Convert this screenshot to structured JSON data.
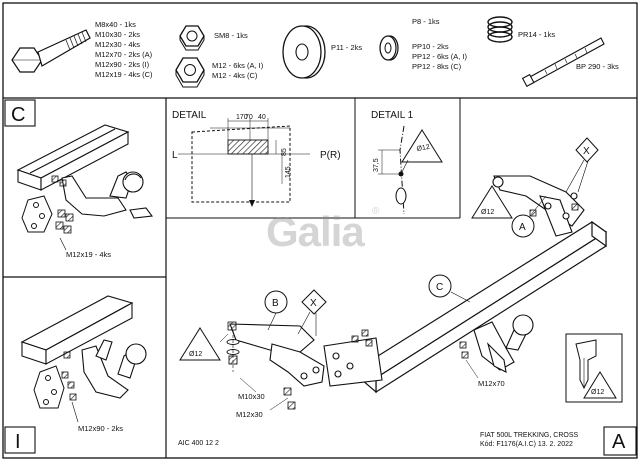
{
  "parts_list": {
    "bolts": [
      "M8x40 - 1ks",
      "M10x30 - 2ks",
      "M12x30 - 4ks",
      "M12x70 - 2ks (A)",
      "M12x90 - 2ks (I)",
      "M12x19 - 4ks (C)"
    ],
    "self_lock_nut": "SM8 - 1ks",
    "nuts": [
      "M12 - 6ks (A, I)",
      "M12 - 4ks (C)"
    ],
    "washer_large": "P11 - 2ks",
    "washers_small": [
      "P8 - 1ks",
      "PP10 - 2ks",
      "PP12 - 6ks (A, I)",
      "PP12 - 8ks (C)"
    ],
    "spring_washer": "PR14 - 1ks",
    "cable_tie": "BP 290 - 3ks"
  },
  "panels": {
    "c_letter": "C",
    "i_letter": "I",
    "a_letter": "A"
  },
  "panel_c": {
    "bolt_label": "M12x19 - 4ks"
  },
  "panel_i": {
    "bolt_label": "M12x90 - 2ks"
  },
  "detail": {
    "title": "DETAIL",
    "dims": [
      "170",
      "70",
      "40",
      "85",
      "145"
    ],
    "left_label": "L",
    "right_label": "P(R)"
  },
  "detail1": {
    "title": "DETAIL 1",
    "dim": "37,5",
    "hole": "Ø12"
  },
  "logo": {
    "text": "Galia",
    "mark": "®"
  },
  "main": {
    "callout_a": "A",
    "callout_b": "B",
    "callout_c": "C",
    "callout_x": "X",
    "callout_x2": "X",
    "hole_top": "Ø12",
    "hole_left": "Ø12",
    "hole_tool": "Ø12",
    "bolt_m12x70": "M12x70",
    "bolt_m10x30": "M10x30",
    "bolt_m12x30": "M12x30"
  },
  "footer": {
    "doc_code": "AIC 400 12 2",
    "model": "FIAT 500L TREKKING, CROSS",
    "code_line": "Kód: F1176(A.I.C)  13. 2. 2022"
  }
}
